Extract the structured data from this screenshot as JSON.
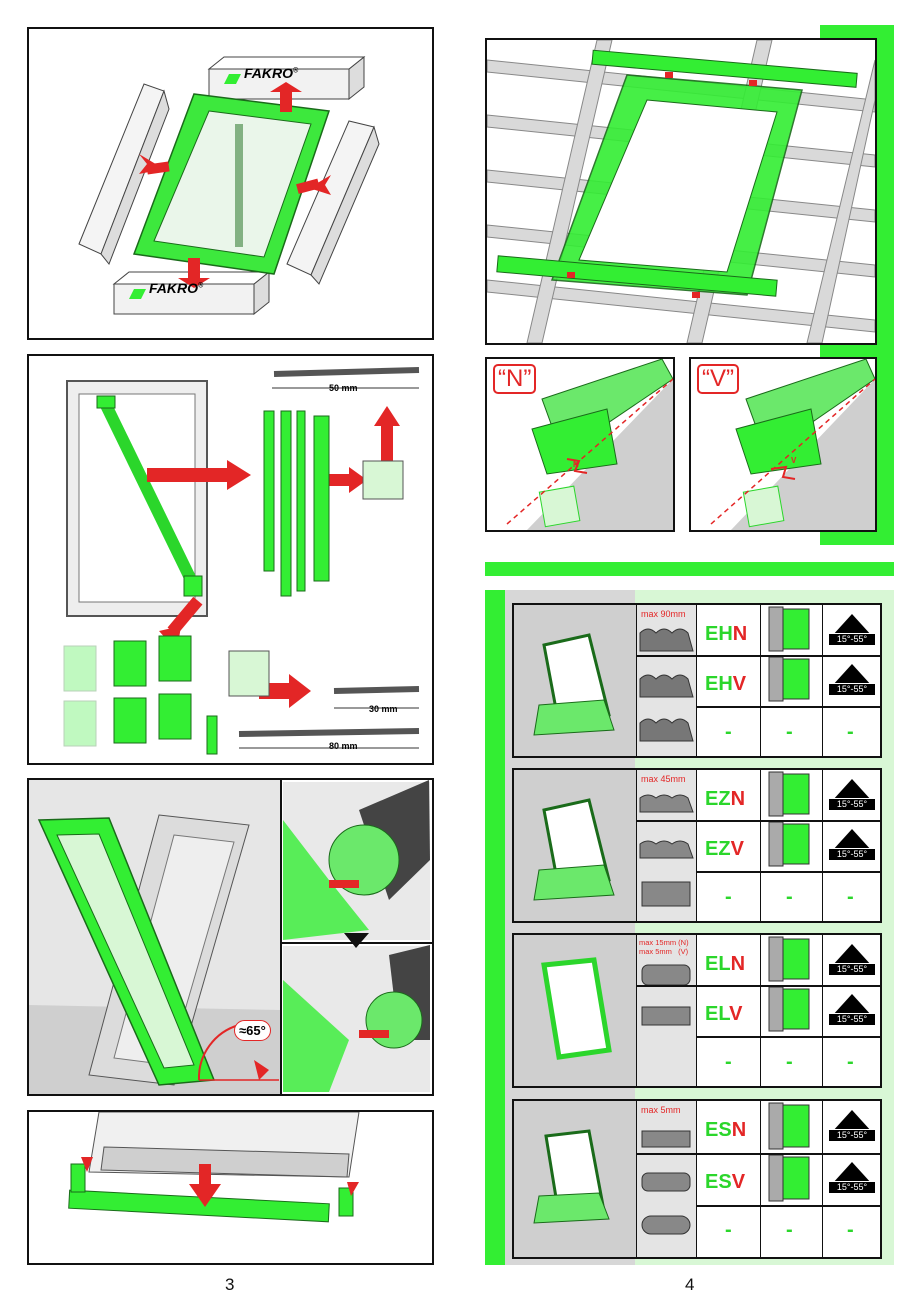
{
  "left_page": {
    "brand": "FAKRO",
    "brand_reg": "®",
    "screws": [
      {
        "length": "50 mm"
      },
      {
        "length": "30 mm"
      },
      {
        "length": "80 mm"
      }
    ],
    "angle": "≈65°",
    "page_number": "3"
  },
  "right_page": {
    "variant_labels": [
      "“N”",
      "“V”"
    ],
    "page_number": "4",
    "table": [
      {
        "max": "max 90mm",
        "max2": "",
        "codes": [
          {
            "base": "EH",
            "suffix": "N"
          },
          {
            "base": "EH",
            "suffix": "V"
          }
        ],
        "angle": "15°-55°",
        "dash": "-"
      },
      {
        "max": "max 45mm",
        "max2": "",
        "codes": [
          {
            "base": "EZ",
            "suffix": "N"
          },
          {
            "base": "EZ",
            "suffix": "V"
          }
        ],
        "angle": "15°-55°",
        "dash": "-"
      },
      {
        "max": "max 15mm (N)",
        "max2": "max 5mm   (V)",
        "codes": [
          {
            "base": "EL",
            "suffix": "N"
          },
          {
            "base": "EL",
            "suffix": "V"
          }
        ],
        "angle": "15°-55°",
        "dash": "-"
      },
      {
        "max": "max 5mm",
        "max2": "",
        "codes": [
          {
            "base": "ES",
            "suffix": "N"
          },
          {
            "base": "ES",
            "suffix": "V"
          }
        ],
        "angle": "15°-55°",
        "dash": "-"
      }
    ],
    "section_letters": [
      "N",
      "V"
    ]
  },
  "colors": {
    "green": "#33ee33",
    "red": "#e32626",
    "light_green": "#d8f7d5",
    "gray": "#cfcfcf"
  }
}
